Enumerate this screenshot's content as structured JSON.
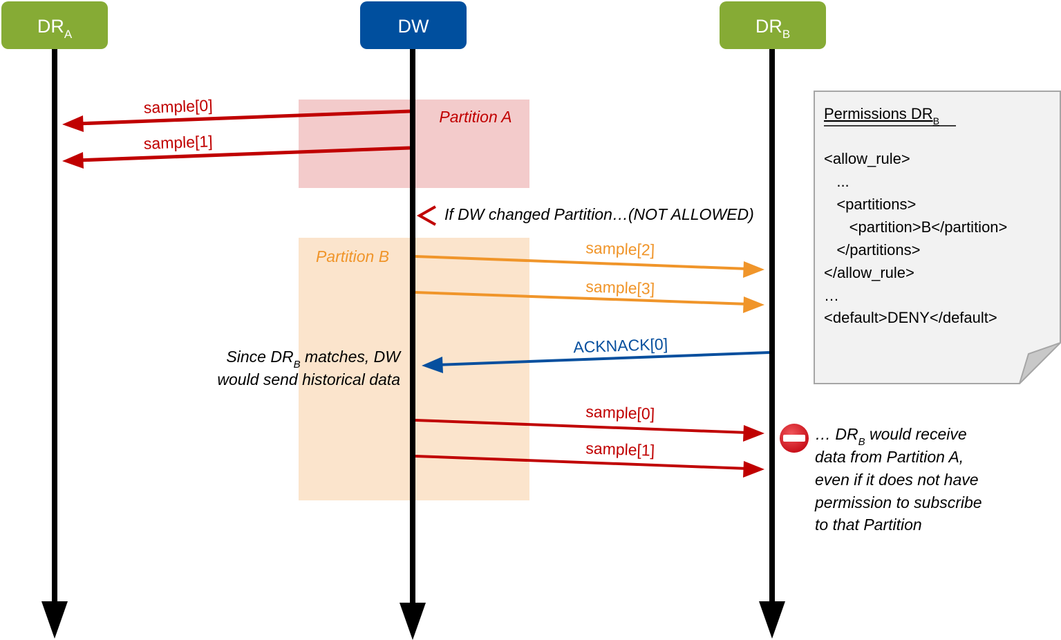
{
  "colors": {
    "reader_green": "#86ab35",
    "writer_blue": "#004f9e",
    "partition_a_fill": "#f3cbcb",
    "partition_b_fill": "#fbe4cc",
    "red": "#c00000",
    "orange": "#f0952a",
    "blue": "#064f9e",
    "note_fill": "#f2f2f2",
    "note_border": "#a6a6a6",
    "deny_icon": "#d9141a"
  },
  "actors": {
    "dr_a": {
      "main": "DR",
      "sub": "A"
    },
    "dw": {
      "main": "DW",
      "sub": ""
    },
    "dr_b": {
      "main": "DR",
      "sub": "B"
    }
  },
  "partitions": {
    "a": {
      "label": "Partition A"
    },
    "b": {
      "label": "Partition B"
    }
  },
  "messages": [
    {
      "label": "sample[0]",
      "from": "DW",
      "to": "DR_A",
      "color": "red"
    },
    {
      "label": "sample[1]",
      "from": "DW",
      "to": "DR_A",
      "color": "red"
    },
    {
      "label": "sample[2]",
      "from": "DW",
      "to": "DR_B",
      "color": "orange"
    },
    {
      "label": "sample[3]",
      "from": "DW",
      "to": "DR_B",
      "color": "orange"
    },
    {
      "label": "ACKNACK[0]",
      "from": "DR_B",
      "to": "DW",
      "color": "blue"
    },
    {
      "label": "sample[0]",
      "from": "DW",
      "to": "DR_B",
      "color": "red"
    },
    {
      "label": "sample[1]",
      "from": "DW",
      "to": "DR_B",
      "color": "red"
    }
  ],
  "annotations": {
    "change_partition": "If DW changed Partition…(NOT ALLOWED)",
    "historical_line1_pre": "Since DR",
    "historical_line1_sub": "B",
    "historical_line1_post": " matches, DW",
    "historical_line2": "would send historical data",
    "receive_line1_pre": "… DR",
    "receive_line1_sub": "B",
    "receive_line1_post": " would receive",
    "receive_lines": [
      "data from Partition A,",
      "even if it does not have",
      "permission to subscribe",
      "to that Partition"
    ]
  },
  "permissions_note": {
    "title_main": "Permissions DR",
    "title_sub": "B",
    "lines": [
      "<allow_rule>",
      "   ...",
      "   <partitions>",
      "      <partition>B</partition>",
      "   </partitions>",
      "</allow_rule>",
      "…",
      "<default>DENY</default>"
    ]
  },
  "icons": {
    "deny": "no-entry-icon",
    "change_marker": "less-than-chevron-icon"
  }
}
